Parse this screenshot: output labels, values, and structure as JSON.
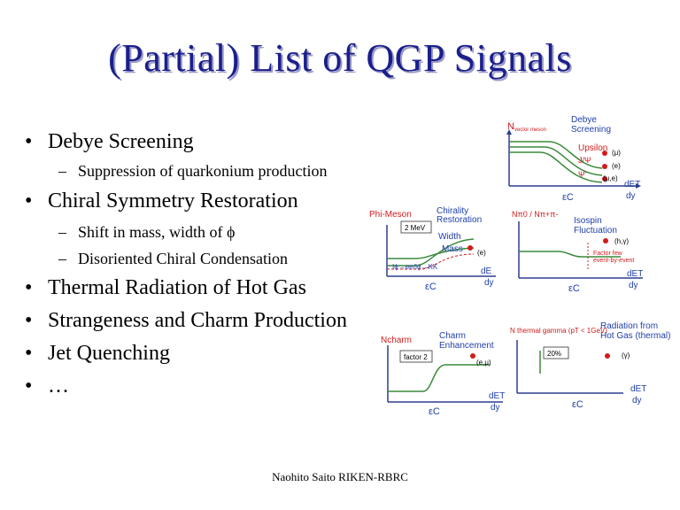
{
  "title": "(Partial) List of QGP Signals",
  "bullets": {
    "debye": "Debye Screening",
    "debye_sub": "Suppression of quarkonium production",
    "chiral": "Chiral Symmetry Restoration",
    "chiral_sub1": "Shift in mass, width of ϕ",
    "chiral_sub2": "Disoriented Chiral Condensation",
    "thermal": "Thermal Radiation of Hot Gas",
    "strange": "Strangeness and Charm Production",
    "jet": "Jet Quenching",
    "more": "…"
  },
  "bullet_symbol": "•",
  "dash_symbol": "–",
  "footer": "Naohito Saito RIKEN-RBRC",
  "colors": {
    "title": "#1a1f8c",
    "figure_text": "#1f3fa8",
    "figure_red": "#d01c1c",
    "axis": "#2b3e8f",
    "curve_green": "#3b8a3b"
  },
  "fig_debye": {
    "ylabel_main": "N",
    "ylabel_sub": "vector meson",
    "title_line1": "Debye",
    "title_line2": "Screening",
    "series": [
      "Upsilon",
      "J/Ψ",
      "Ψ'"
    ],
    "markers": [
      "(μ)",
      "(e)",
      "(μ,e)"
    ],
    "xlabel": "εC",
    "xaxis_frac_top": "dET",
    "xaxis_frac_bottom": "dy"
  },
  "fig_chiral": {
    "ylabel": "Phi-Meson",
    "title_line1": "Chirality",
    "title_line2": "Restoration",
    "box": "2 MeV",
    "width_label": "Width",
    "mass_label": "Mass",
    "marker": "(e)",
    "ratio_label": "Iϕ→ee/Iϕ→KK",
    "xlabel": "εC",
    "xaxis_frac_top": "dE",
    "xaxis_frac_bottom": "dy"
  },
  "fig_isospin": {
    "ylabel": "Nπ0 / Nπ+π-",
    "title_line1": "Isospin",
    "title_line2": "Fluctuation",
    "marker": "(h,γ)",
    "note_line1": "Factor few",
    "note_line2": "event-by-event",
    "xlabel": "εC",
    "xaxis_frac_top": "dET",
    "xaxis_frac_bottom": "dy"
  },
  "fig_charm": {
    "ylabel": "Ncharm",
    "title_line1": "Charm",
    "title_line2": "Enhancement",
    "box": "factor 2",
    "marker": "(e,μ)",
    "xlabel": "εC",
    "xaxis_frac_top": "dET",
    "xaxis_frac_bottom": "dy"
  },
  "fig_thermal": {
    "ylabel": "N thermal gamma (pT < 1GeV)",
    "title_line1": "Radiation from",
    "title_line2": "Hot Gas (thermal)",
    "box": "20%",
    "marker": "(γ)",
    "xlabel": "εC",
    "xaxis_frac_top": "dET",
    "xaxis_frac_bottom": "dy"
  }
}
